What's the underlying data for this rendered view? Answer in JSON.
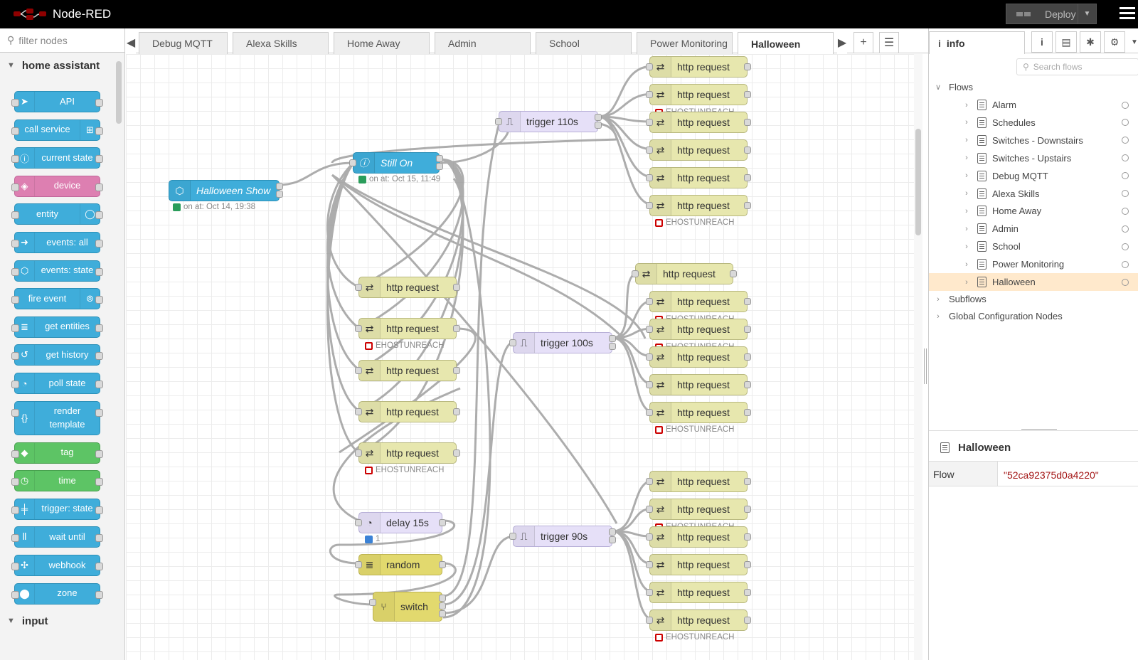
{
  "app": {
    "title": "Node-RED",
    "deploy_label": "Deploy"
  },
  "palette": {
    "filter_placeholder": "filter nodes",
    "category": "home assistant",
    "next_category": "input",
    "nodes": [
      {
        "label": "API",
        "icon": "send-icon"
      },
      {
        "label": "call service",
        "icon": "router-icon"
      },
      {
        "label": "current state",
        "icon": "info-icon"
      },
      {
        "label": "device",
        "icon": "cube-icon"
      },
      {
        "label": "entity",
        "icon": "circle-icon"
      },
      {
        "label": "events: all",
        "icon": "arrow-right-icon"
      },
      {
        "label": "events: state",
        "icon": "hexagon-icon"
      },
      {
        "label": "fire event",
        "icon": "broadcast-icon"
      },
      {
        "label": "get entities",
        "icon": "list-icon"
      },
      {
        "label": "get history",
        "icon": "history-icon"
      },
      {
        "label": "poll state",
        "icon": "timer-icon"
      },
      {
        "label": "render template",
        "icon": "braces-icon"
      },
      {
        "label": "tag",
        "icon": "tag-icon"
      },
      {
        "label": "time",
        "icon": "clock-icon"
      },
      {
        "label": "trigger: state",
        "icon": "signpost-icon"
      },
      {
        "label": "wait until",
        "icon": "pause-icon"
      },
      {
        "label": "webhook",
        "icon": "webhook-icon"
      },
      {
        "label": "zone",
        "icon": "map-pin-icon"
      }
    ]
  },
  "tabs": [
    "Debug MQTT",
    "Alexa Skills",
    "Home Away",
    "Admin",
    "School",
    "Power Monitoring",
    "Halloween"
  ],
  "active_tab": "Halloween",
  "flow": {
    "halloween_show": {
      "label": "Halloween Show",
      "status": "on at: Oct 14, 19:38"
    },
    "still_on": {
      "label": "Still On",
      "status": "on at: Oct 15, 11:49"
    },
    "triggers": [
      "trigger 110s",
      "trigger 100s",
      "trigger 90s"
    ],
    "http_label": "http request",
    "error_status": "EHOSTUNREACH",
    "delay": {
      "label": "delay 15s",
      "status": "1"
    },
    "random_label": "random",
    "switch_label": "switch"
  },
  "sidebar": {
    "tab_label": "info",
    "search_placeholder": "Search flows",
    "flows_header": "Flows",
    "flows": [
      "Alarm",
      "Schedules",
      "Switches - Downstairs",
      "Switches - Upstairs",
      "Debug MQTT",
      "Alexa Skills",
      "Home Away",
      "Admin",
      "School",
      "Power Monitoring",
      "Halloween"
    ],
    "selected_flow": "Halloween",
    "subflows_label": "Subflows",
    "global_config_label": "Global Configuration Nodes",
    "info_title": "Halloween",
    "info_key": "Flow",
    "info_value": "\"52ca92375d0a4220\""
  }
}
